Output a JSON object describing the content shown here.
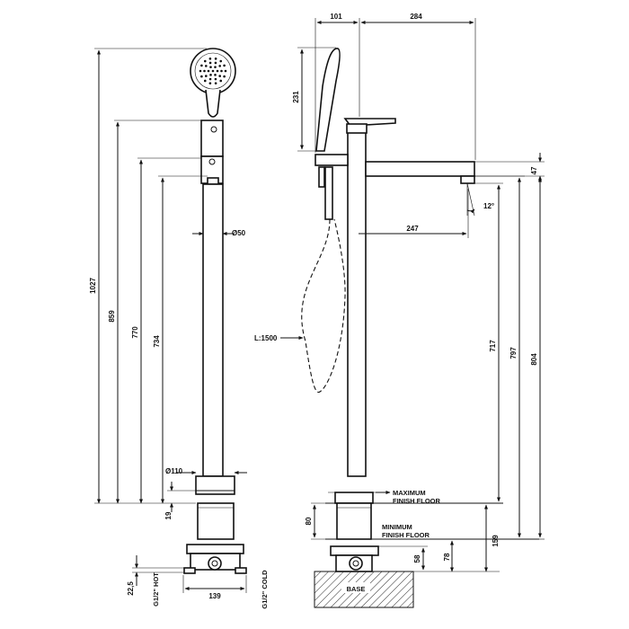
{
  "front_view": {
    "dims": {
      "overall_height": "1027",
      "handle_height": "859",
      "spout_height": "770",
      "outlet_height": "734",
      "column_diameter": "Ø50",
      "base_diameter": "Ø110",
      "base_offset": "19",
      "inlet_spacing": "139",
      "inlet_depth": "22,5"
    },
    "labels": {
      "hot": "G1/2\" HOT",
      "cold": "G1/2\" COLD"
    }
  },
  "side_view": {
    "dims": {
      "shower_offset": "101",
      "spout_projection": "284",
      "shower_head_length": "231",
      "spout_thickness": "47",
      "angle": "12°",
      "spout_reach": "247",
      "hose_length": "L:1500",
      "height_717": "717",
      "height_797": "797",
      "height_804": "804",
      "base_80": "80",
      "base_159": "159",
      "depth_58": "58",
      "depth_78": "78"
    },
    "labels": {
      "max_floor_1": "MAXIMUM",
      "max_floor_2": "FINISH FLOOR",
      "min_floor_1": "MINIMUM",
      "min_floor_2": "FINISH FLOOR",
      "base": "BASE"
    }
  }
}
